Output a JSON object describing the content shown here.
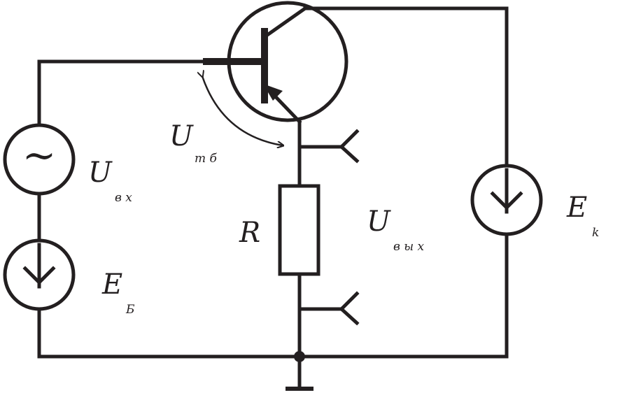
{
  "labels": {
    "u_mb": {
      "main": "U",
      "sub": "т б"
    },
    "u_in": {
      "main": "U",
      "sub": "в х"
    },
    "e_b": {
      "main": "E",
      "sub": "Б"
    },
    "r": "R",
    "u_out": {
      "main": "U",
      "sub": "в ы х"
    },
    "e_k": {
      "main": "E",
      "sub": "k"
    }
  },
  "symbols": {
    "ac_source": "~"
  },
  "colors": {
    "stroke": "#231f20",
    "background": "#ffffff"
  }
}
